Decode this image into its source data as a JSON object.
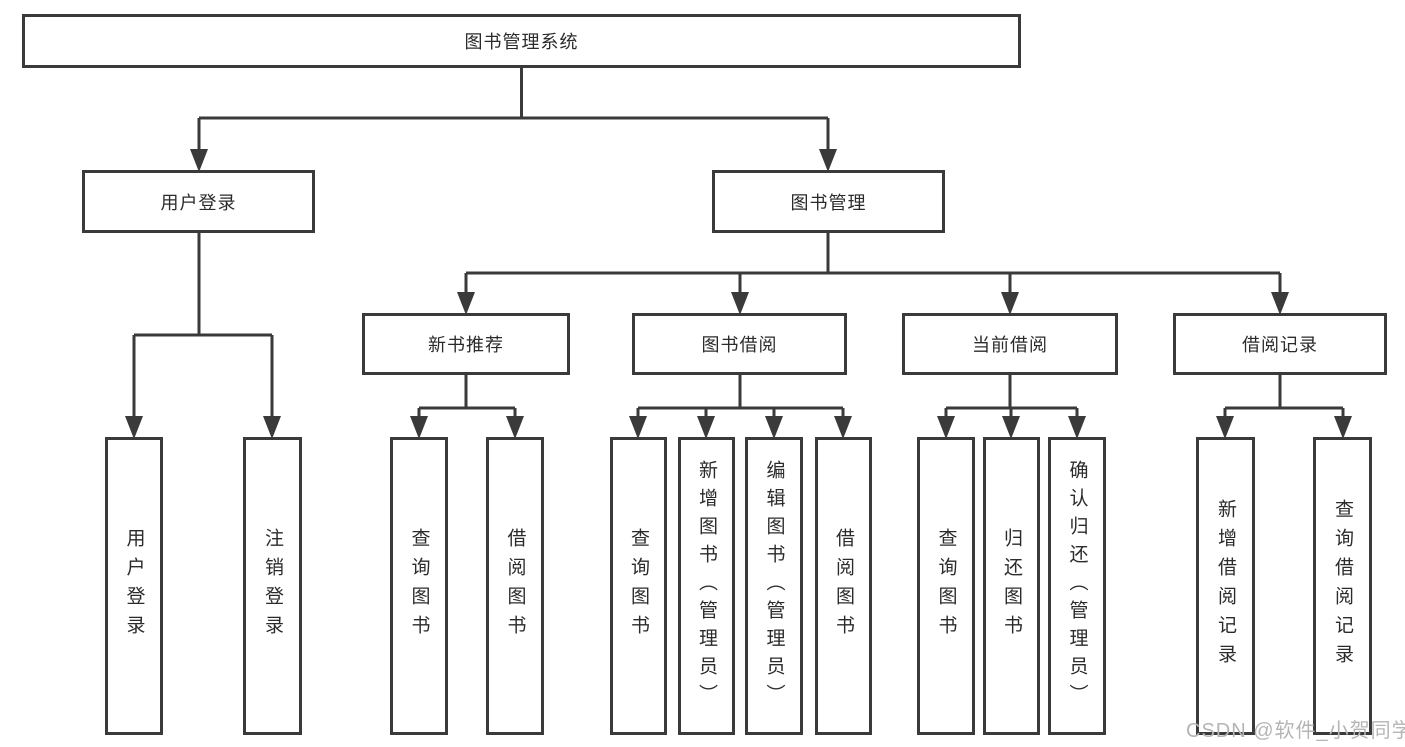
{
  "title": "图书管理系统",
  "watermark": "CSDN @软件_小贺同学",
  "colors": {
    "line": "#3a3a3a",
    "text": "#2b2b2b",
    "background": "#ffffff",
    "watermark": "#b5b5b5"
  },
  "tree": {
    "root": {
      "label": "图书管理系统"
    },
    "branches": [
      {
        "label": "用户登录",
        "children": [
          {
            "label": "用户登录"
          },
          {
            "label": "注销登录"
          }
        ]
      },
      {
        "label": "图书管理",
        "children": [
          {
            "label": "新书推荐",
            "children": [
              {
                "label": "查询图书"
              },
              {
                "label": "借阅图书"
              }
            ]
          },
          {
            "label": "图书借阅",
            "children": [
              {
                "label": "查询图书"
              },
              {
                "label": "新增图书（管理员）"
              },
              {
                "label": "编辑图书（管理员）"
              },
              {
                "label": "借阅图书"
              }
            ]
          },
          {
            "label": "当前借阅",
            "children": [
              {
                "label": "查询图书"
              },
              {
                "label": "归还图书"
              },
              {
                "label": "确认归还（管理员）"
              }
            ]
          },
          {
            "label": "借阅记录",
            "children": [
              {
                "label": "新增借阅记录"
              },
              {
                "label": "查询借阅记录"
              }
            ]
          }
        ]
      }
    ]
  }
}
